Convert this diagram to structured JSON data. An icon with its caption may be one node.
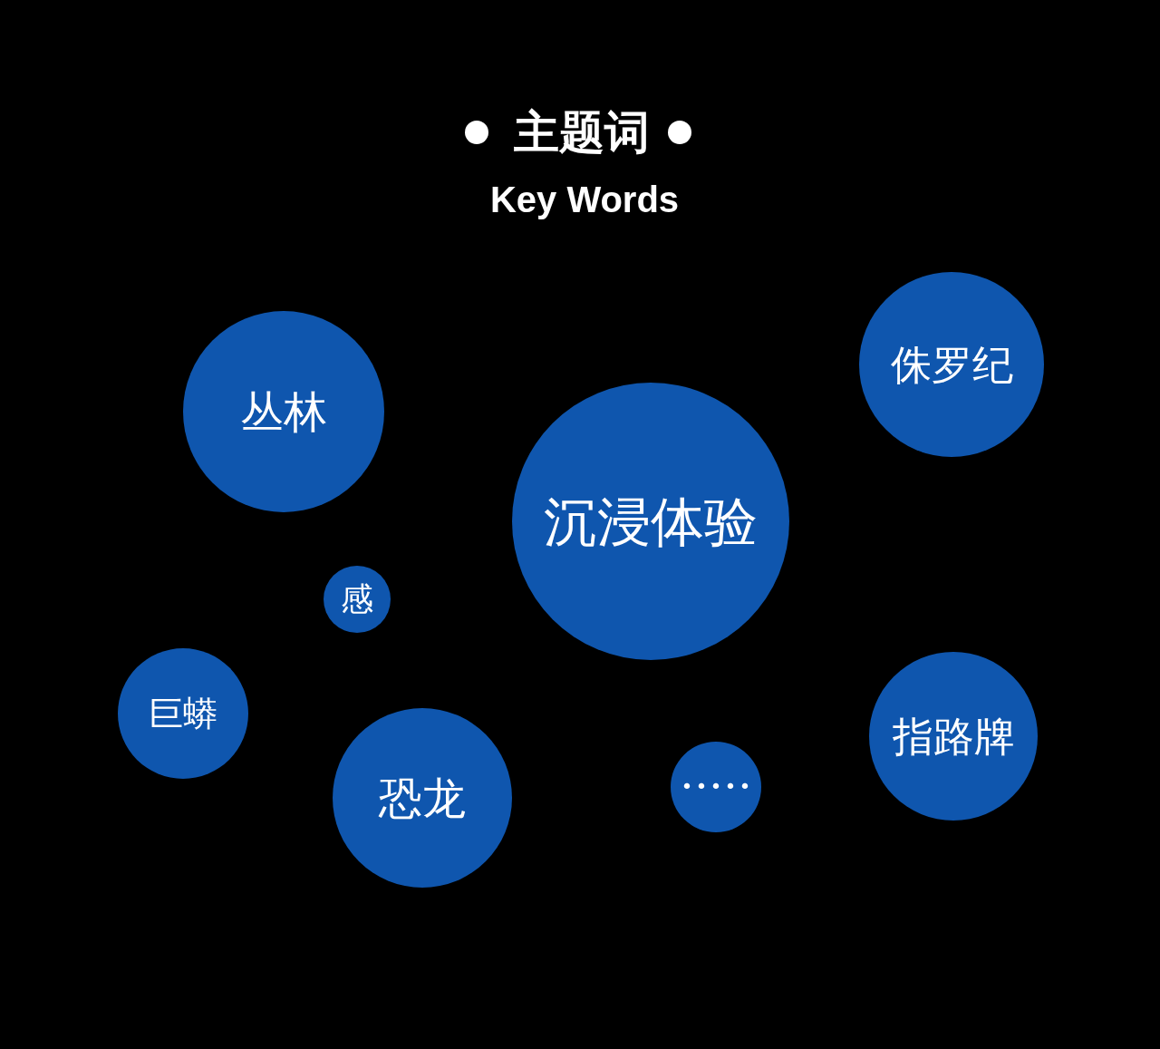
{
  "diagram": {
    "title": "主题词",
    "nodes": [
      {
        "text": [
          "侏罗纪"
        ]
      },
      {
        "text": [
          "丛林"
        ]
      },
      {
        "text": [
          "沉浸体验"
        ]
      },
      {
        "text": [
          "感"
        ]
      },
      {
        "text": [
          "巨蟒"
        ]
      },
      {
        "text": [
          "指路牌"
        ]
      },
      {
        "text": [
          "•••••"
        ]
      },
      {
        "text": [
          "恐龙"
        ]
      }
    ],
    "labels": [
      "Key Words"
    ]
  }
}
